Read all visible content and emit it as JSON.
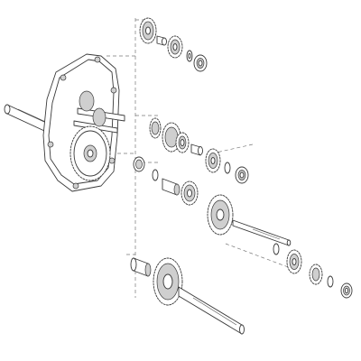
{
  "diagram": {
    "kind": "exploded-view",
    "subject": "gearbox-assembly",
    "line_color": "#3a3a3a",
    "background": "#ffffff",
    "icons": [
      "gear",
      "bearing",
      "washer",
      "shaft",
      "housing"
    ]
  }
}
